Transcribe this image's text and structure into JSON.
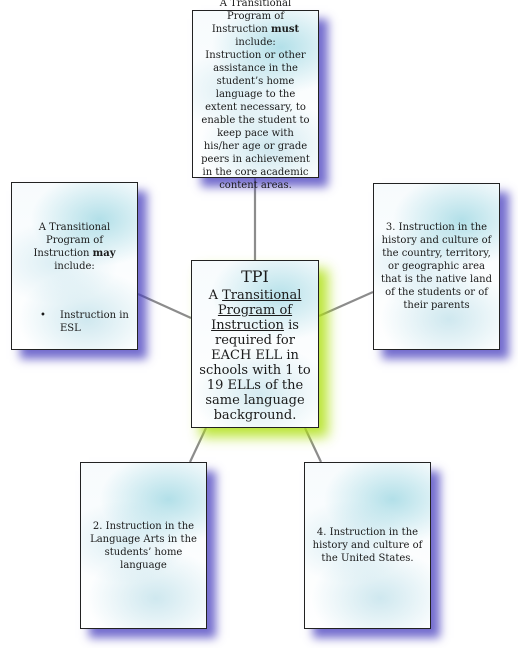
{
  "diagram": {
    "center": {
      "title": "TPI",
      "text_a": "A ",
      "program_name": "Transitional Program of Instruction",
      "text_b": " is required for EACH ELL in schools with 1 to 19 ELLs of the same language background."
    },
    "must_box": {
      "line_a": "A Transitional Program of Instruction ",
      "emphasis": "must",
      "line_b": " include:",
      "body": "Instruction or other assistance in the student’s home language to the extent necessary, to enable the student to keep pace with his/her age or grade peers in achievement in the core academic content areas."
    },
    "may_box": {
      "line_a": "A Transitional Program of Instruction ",
      "emphasis": "may",
      "line_b": " include:",
      "bullet_symbol": "•",
      "items": [
        "Instruction in ESL"
      ]
    },
    "culture_native_box": {
      "text": "3.  Instruction in the history and culture of the country, territory, or geographic area that is the native land of the students or of their parents"
    },
    "language_arts_box": {
      "text": "2.  Instruction in the Language Arts in the students’ home language"
    },
    "culture_us_box": {
      "text": "4.  Instruction in the history and culture of the United States."
    },
    "colors": {
      "connector": "#8c8c8c",
      "box_border": "#222222",
      "outer_shadow": "#4a3cc0",
      "center_shadow": "#aee014",
      "fill_tint": "#78c8d7"
    }
  }
}
